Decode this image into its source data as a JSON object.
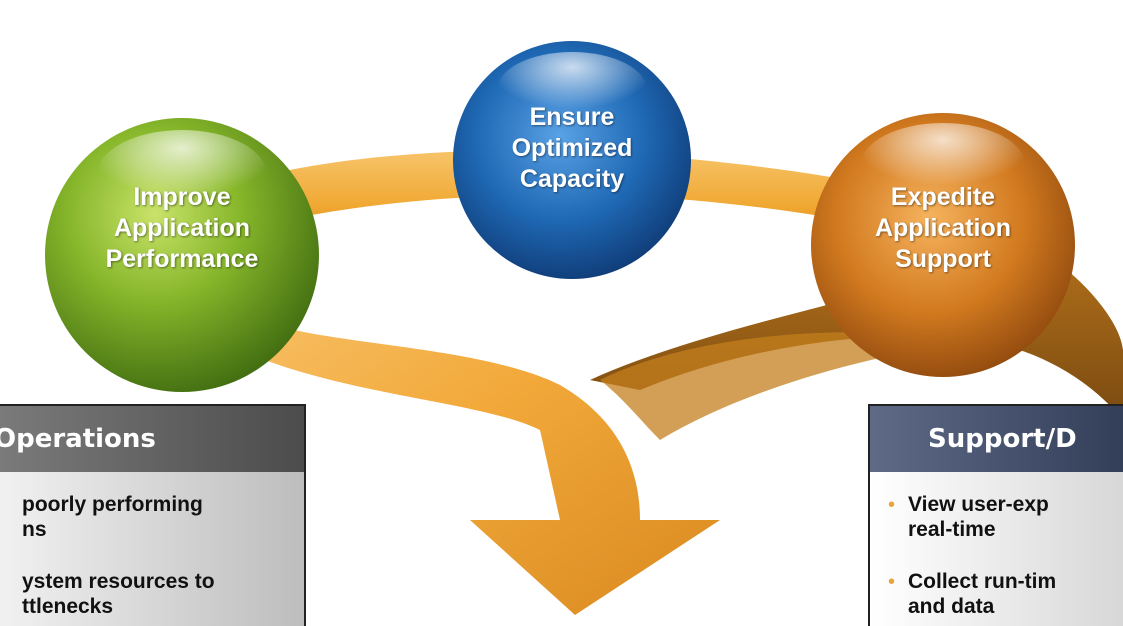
{
  "orbs": [
    {
      "name": "improve",
      "lines": [
        "Improve",
        "Application",
        "Performance"
      ],
      "color": "#6fa020"
    },
    {
      "name": "ensure",
      "lines": [
        "Ensure",
        "Optimized",
        "Capacity"
      ],
      "color": "#1d5fa3"
    },
    {
      "name": "expedite",
      "lines": [
        "Expedite",
        "Application",
        "Support"
      ],
      "color": "#d27a1f"
    }
  ],
  "arrow_color": "#f0a832",
  "left_panel": {
    "title": "Operations",
    "bullets": [
      [
        "poorly performing",
        "ns"
      ],
      [
        "ystem resources to",
        "ttlenecks"
      ]
    ]
  },
  "right_panel": {
    "title": "Support/D",
    "bullets": [
      [
        "View user-exp",
        "real-time"
      ],
      [
        "Collect run-tim",
        "and data"
      ]
    ]
  }
}
